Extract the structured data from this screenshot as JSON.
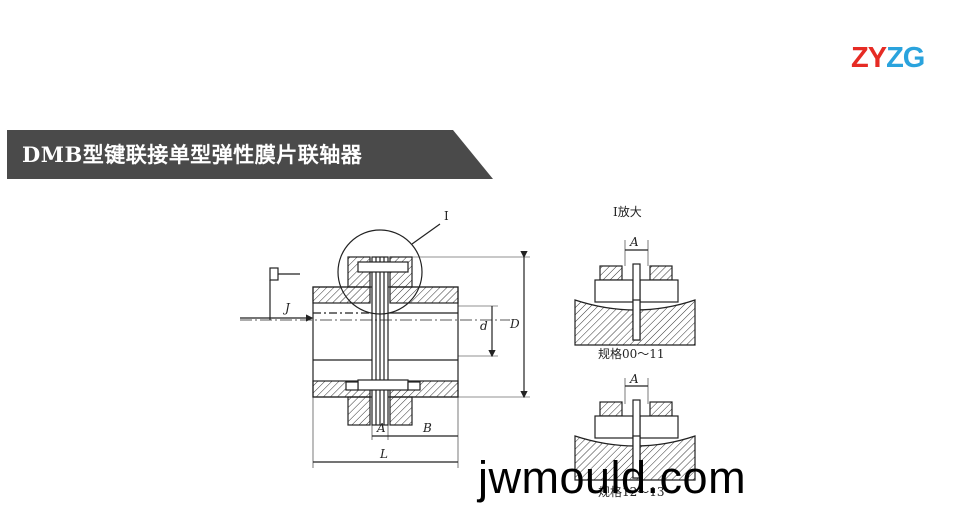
{
  "logo": {
    "part1": "ZY",
    "part2": "ZG"
  },
  "banner": {
    "title": "DMB型键联接单型弹性膜片联轴器"
  },
  "drawing": {
    "detail_callout": "I",
    "detail_title": "I放大",
    "dim_J": "J",
    "dim_d": "d",
    "dim_D": "D",
    "dim_A": "A",
    "dim_B": "B",
    "dim_L": "L",
    "detail_dim_A_top": "A",
    "detail_dim_A_bottom": "A",
    "spec_top": "规格00～11",
    "spec_bottom": "规格12～13"
  },
  "watermark": {
    "text": "jwmould.com"
  }
}
